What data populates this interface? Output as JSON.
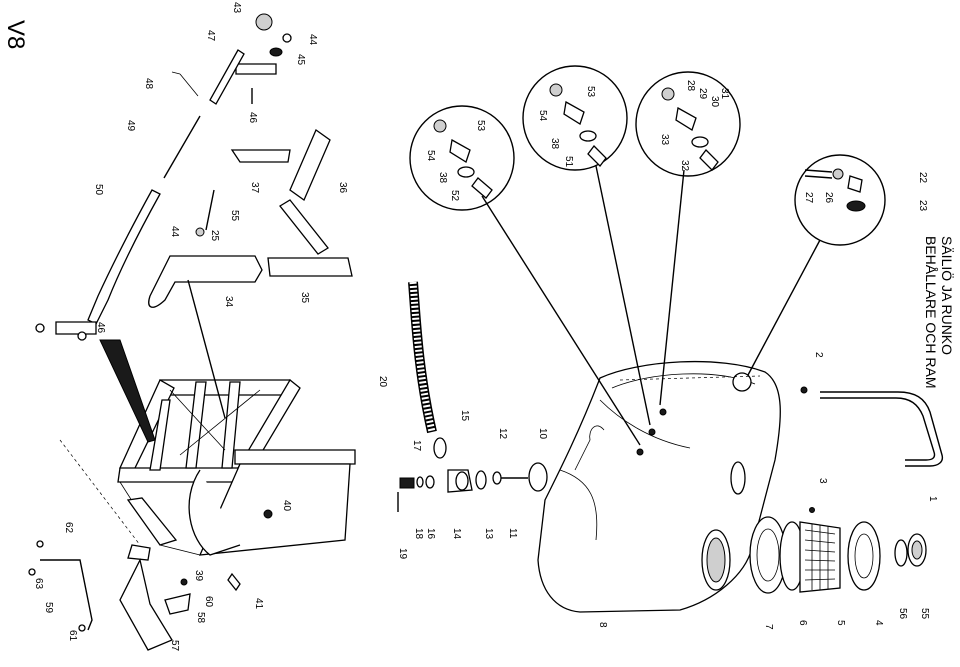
{
  "page_id": "V8",
  "title_line1": "SÄILIÖ JA RUNKO",
  "title_line2": "BEHÅLLARE OCH RAM",
  "part_numbers": {
    "p1": "1",
    "p2": "2",
    "p3": "3",
    "p4": "4",
    "p5": "5",
    "p6": "6",
    "p7": "7",
    "p8": "8",
    "p10": "10",
    "p11": "11",
    "p12": "12",
    "p13": "13",
    "p14": "14",
    "p15": "15",
    "p16": "16",
    "p17": "17",
    "p18": "18",
    "p19": "19",
    "p20": "20",
    "p22": "22",
    "p23": "23",
    "p26": "26",
    "p27": "27",
    "p28": "28",
    "p29": "29",
    "p30": "30",
    "p31": "31",
    "p32": "32",
    "p33": "33",
    "p34": "34",
    "p35": "35",
    "p36": "36",
    "p37": "37",
    "p38a": "38",
    "p38b": "38",
    "p39": "39",
    "p40": "40",
    "p41": "41",
    "p43": "43",
    "p44a": "44",
    "p44b": "44",
    "p45": "45",
    "p46a": "46",
    "p46b": "46",
    "p47": "47",
    "p48": "48",
    "p49": "49",
    "p50": "50",
    "p51": "51",
    "p52": "52",
    "p53a": "53",
    "p53b": "53",
    "p54a": "54",
    "p54b": "54",
    "p55a": "55",
    "p55b": "55",
    "p56": "56",
    "p57": "57",
    "p58": "58",
    "p59": "59",
    "p60": "60",
    "p61": "61",
    "p62": "62",
    "p63": "63",
    "p25": "25"
  }
}
